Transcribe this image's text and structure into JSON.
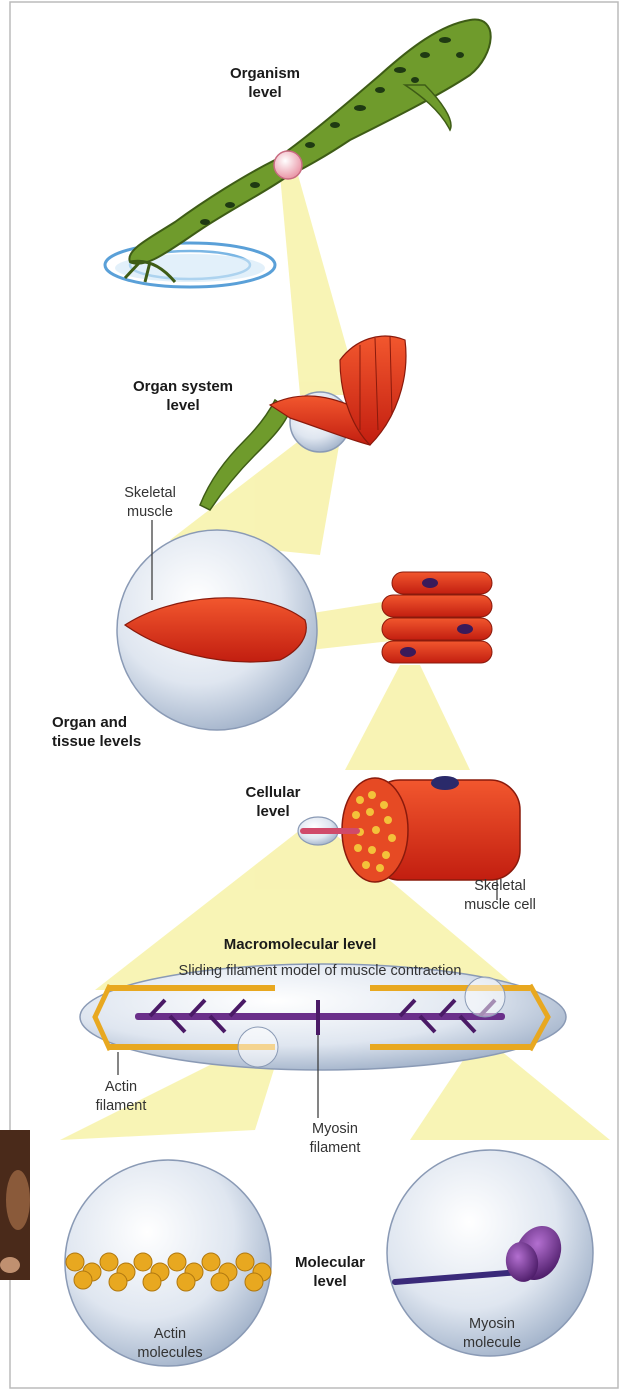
{
  "figure": {
    "levels": {
      "organism": "Organism\nlevel",
      "organ_system": "Organ system\nlevel",
      "organ_tissue": "Organ and\ntissue levels",
      "cellular": "Cellular\nlevel",
      "macromolecular": "Macromolecular level",
      "molecular": "Molecular\nlevel"
    },
    "labels": {
      "skeletal_muscle": "Skeletal\nmuscle",
      "skeletal_muscle_cell": "Skeletal\nmuscle cell",
      "sliding_filament": "Sliding filament model of muscle contraction",
      "actin_filament": "Actin\nfilament",
      "myosin_filament": "Myosin\nfilament",
      "actin_molecules": "Actin\nmolecules",
      "myosin_molecule": "Myosin\nmolecule"
    }
  },
  "colors": {
    "beam": "#f7f2a8",
    "frog": "#6f9b2c",
    "frog_spots": "#1f3a12",
    "muscle": "#e0301c",
    "bubble": "#d9e2ee",
    "myosin": "#6a2f8a",
    "actin": "#e8a820"
  }
}
